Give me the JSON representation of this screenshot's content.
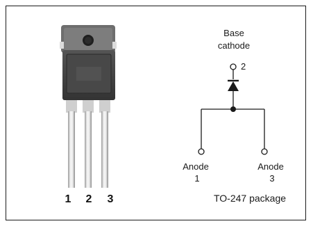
{
  "photo": {
    "pin_numbers": [
      "1",
      "2",
      "3"
    ],
    "colors": {
      "body": "#3e3e3e",
      "tab": "#6e6e6e",
      "leads": "#e2e2e2"
    }
  },
  "schematic": {
    "top_label_line1": "Base",
    "top_label_line2": "cathode",
    "top_pin_number": "2",
    "left_label": "Anode",
    "left_pin_number": "1",
    "right_label": "Anode",
    "right_pin_number": "3",
    "package_label": "TO-247 package"
  }
}
